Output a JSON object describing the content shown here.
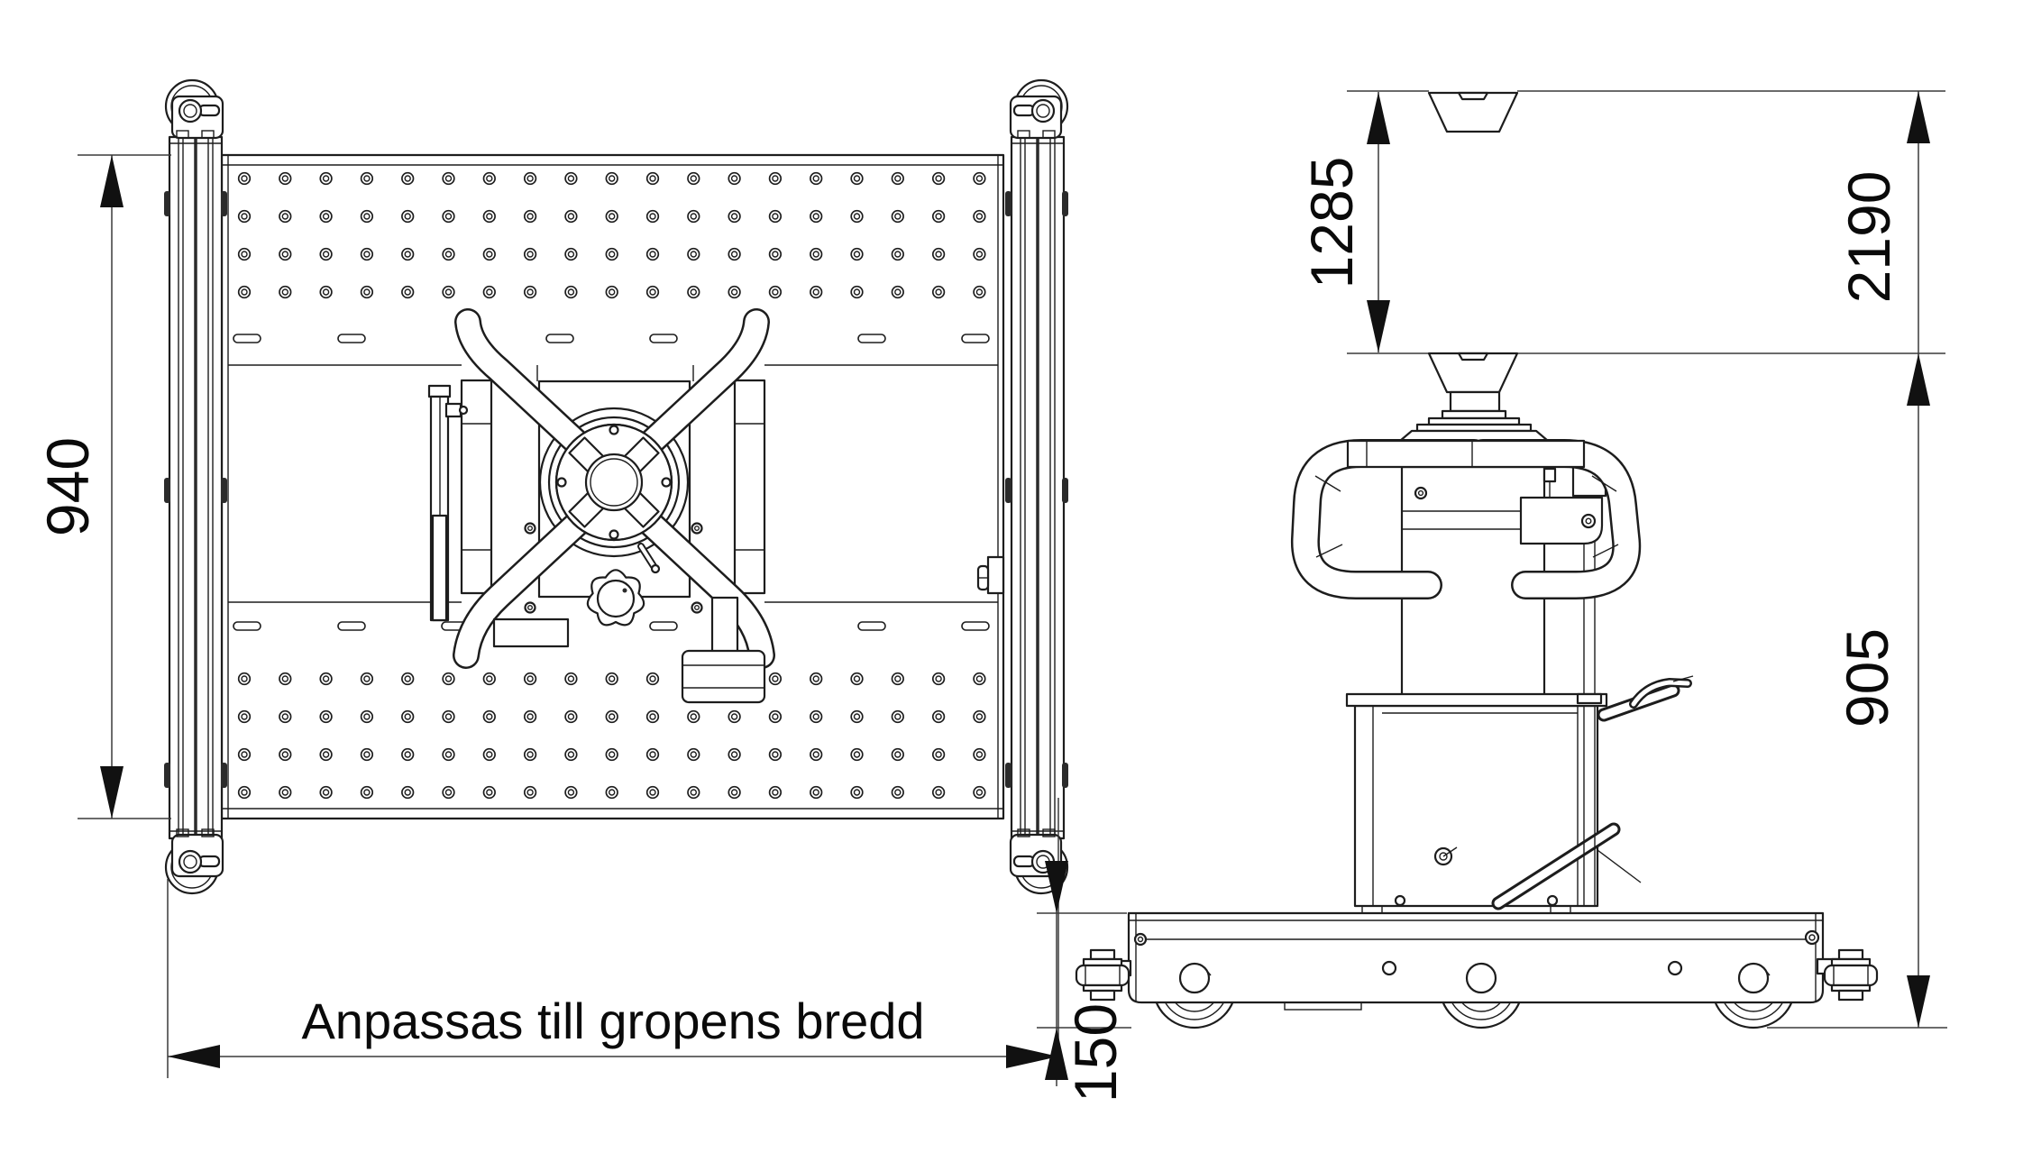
{
  "drawing": {
    "left_view": {
      "height_label": "940",
      "width_note": "Anpassas till gropens bredd"
    },
    "right_view": {
      "lift_height_label": "1285",
      "total_height_label": "2190",
      "body_height_label": "905",
      "base_height_label": "150"
    },
    "colors": {
      "line": "#1d1d1d",
      "dimension": "#111111",
      "background": "#ffffff"
    }
  }
}
